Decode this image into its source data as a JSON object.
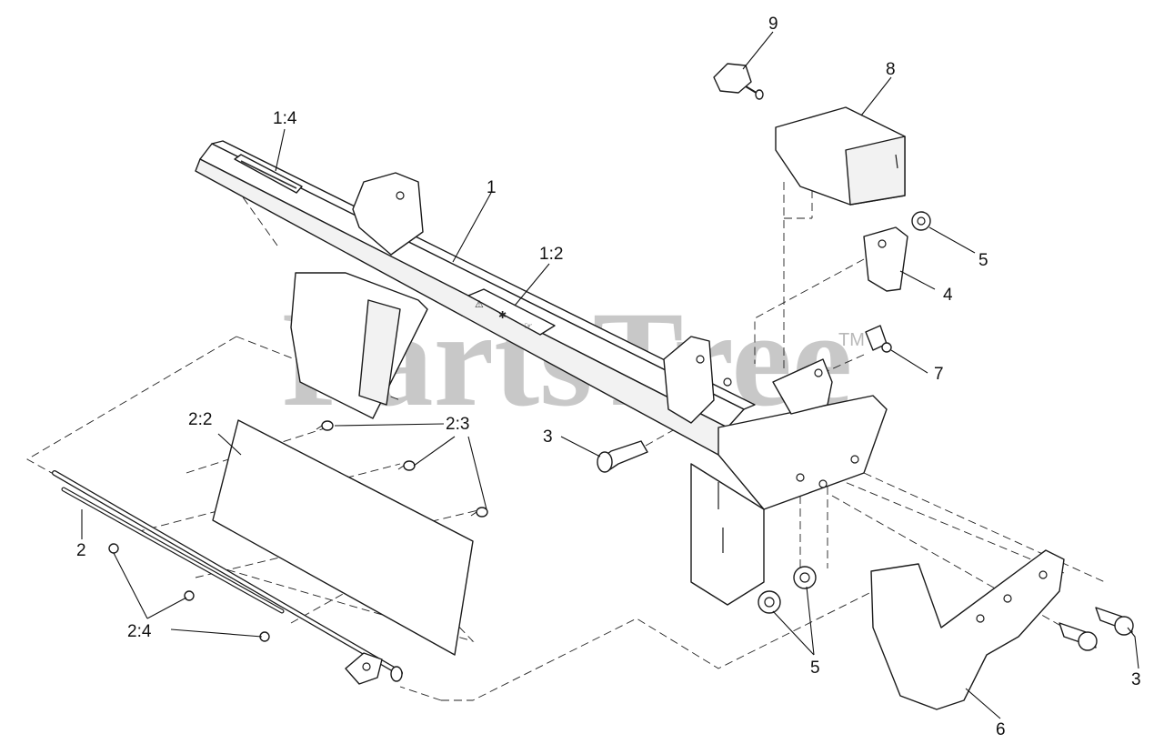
{
  "watermark": {
    "brand": "PartsTree",
    "trademark": "TM"
  },
  "callouts": {
    "c1": "1",
    "c1_2": "1:2",
    "c1_4": "1:4",
    "c2": "2",
    "c2_2": "2:2",
    "c2_3": "2:3",
    "c2_4": "2:4",
    "c3_left": "3",
    "c3_right": "3",
    "c4": "4",
    "c5_top": "5",
    "c5_bottom": "5",
    "c6": "6",
    "c7": "7",
    "c8": "8",
    "c9": "9"
  }
}
